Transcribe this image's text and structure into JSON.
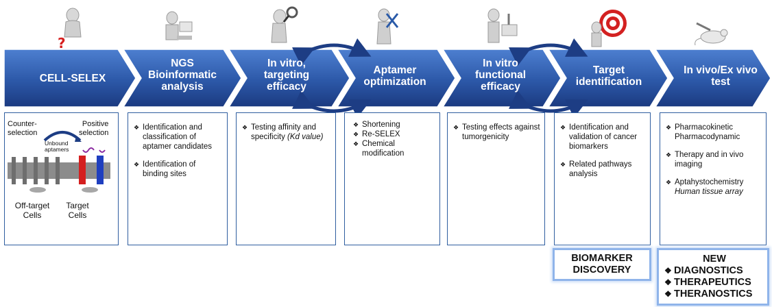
{
  "steps": [
    {
      "label": "CELL-SELEX"
    },
    {
      "label": "NGS\nBioinformatic\nanalysis"
    },
    {
      "label": "In vitro,\ntargeting\nefficacy"
    },
    {
      "label": "Aptamer\noptimization"
    },
    {
      "label": "In vitro\nfunctional\nefficacy"
    },
    {
      "label": "Target\nidentification"
    },
    {
      "label": "In vivo/Ex vivo\ntest"
    }
  ],
  "selex_box": {
    "counter_selection": "Counter-\nselection",
    "positive_selection": "Positive\nselection",
    "unbound_aptamers": "Unbound\naptamers",
    "off_target_cells": "Off-target\nCells",
    "target_cells": "Target\nCells"
  },
  "boxes": {
    "ngs": [
      "Identification and classification of aptamer candidates",
      "Identification of binding sites"
    ],
    "in_vitro_targeting": {
      "text": "Testing  affinity and specificity ",
      "note": "(Kd value)"
    },
    "optimization": [
      "Shortening",
      "Re-SELEX",
      "Chemical modification"
    ],
    "functional": [
      "Testing effects against tumorgenicity"
    ],
    "target": [
      "Identification and validation of cancer biomarkers",
      "Related pathways analysis"
    ],
    "in_vivo": [
      {
        "text": "Pharmacokinetic\nPharmacodynamic",
        "italic": ""
      },
      {
        "text": "Therapy and in vivo imaging",
        "italic": ""
      },
      {
        "text": "Aptahystochemistry",
        "italic": "Human tissue array"
      }
    ]
  },
  "outputs": {
    "biomarker": "BIOMARKER\nDISCOVERY",
    "new_title": "NEW",
    "new_items": [
      "DIAGNOSTICS",
      "THERAPEUTICS",
      "THERANOSTICS"
    ]
  },
  "colors": {
    "arrow_dark": "#1d3d84",
    "arrow_light": "#3e6ec0",
    "box_border": "#2e5d9f",
    "output_glow": "#8fb4ea"
  }
}
